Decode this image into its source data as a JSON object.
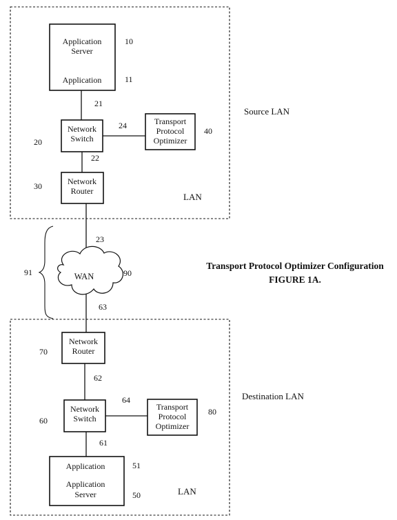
{
  "caption": {
    "title": "Transport Protocol Optimizer Configuration",
    "figure": "FIGURE 1A."
  },
  "source_lan": {
    "region_label": "Source LAN",
    "lan_label": "LAN",
    "app_server": {
      "name_line1": "Application",
      "name_line2": "Server",
      "ref": "10",
      "app_label": "Application",
      "app_ref": "11"
    },
    "switch": {
      "line1": "Network",
      "line2": "Switch",
      "ref": "20"
    },
    "optimizer": {
      "line1": "Transport",
      "line2": "Protocol",
      "line3": "Optimizer",
      "ref": "40"
    },
    "router": {
      "line1": "Network",
      "line2": "Router",
      "ref": "30"
    },
    "links": {
      "server_switch": "21",
      "switch_optimizer": "24",
      "switch_router": "22"
    }
  },
  "wan": {
    "label": "WAN",
    "ref": "90",
    "brace_ref": "91",
    "link_in": "23",
    "link_out": "63"
  },
  "destination_lan": {
    "region_label": "Destination LAN",
    "lan_label": "LAN",
    "router": {
      "line1": "Network",
      "line2": "Router",
      "ref": "70"
    },
    "switch": {
      "line1": "Network",
      "line2": "Switch",
      "ref": "60"
    },
    "optimizer": {
      "line1": "Transport",
      "line2": "Protocol",
      "line3": "Optimizer",
      "ref": "80"
    },
    "app_server": {
      "app_label": "Application",
      "app_ref": "51",
      "name_line1": "Application",
      "name_line2": "Server",
      "ref": "50"
    },
    "links": {
      "router_switch": "62",
      "switch_optimizer": "64",
      "switch_server": "61"
    }
  }
}
